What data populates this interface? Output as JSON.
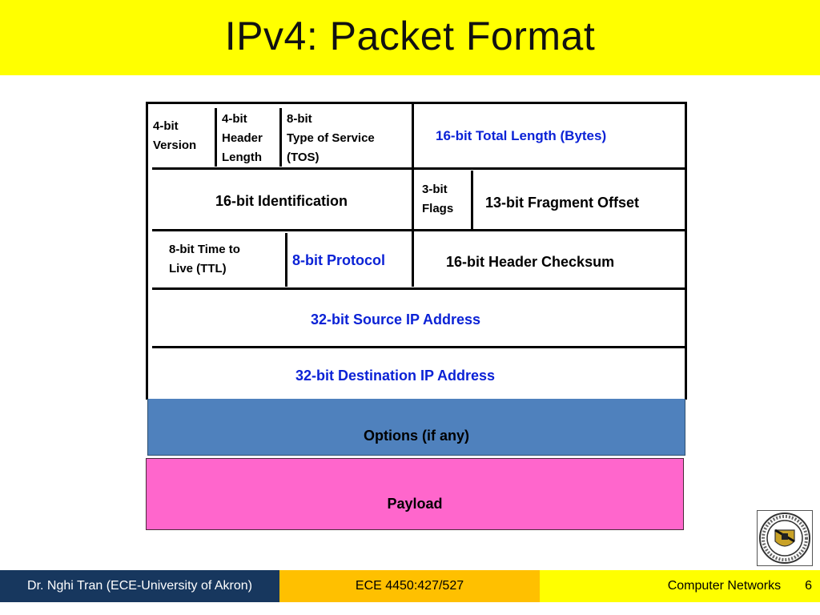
{
  "slide": {
    "title": "IPv4: Packet Format"
  },
  "header": {
    "row1": {
      "version": [
        "4-bit",
        "Version"
      ],
      "header_length": [
        "4-bit",
        "Header",
        "Length"
      ],
      "tos": [
        "8-bit",
        "Type of Service",
        "(TOS)"
      ],
      "total_length": "16-bit Total Length (Bytes)"
    },
    "row2": {
      "identification": "16-bit Identification",
      "flags": [
        "3-bit",
        "Flags"
      ],
      "fragment_offset": "13-bit Fragment Offset"
    },
    "row3": {
      "ttl": [
        "8-bit Time to",
        "Live (TTL)"
      ],
      "protocol": "8-bit Protocol",
      "checksum": "16-bit Header Checksum"
    },
    "source_ip": "32-bit Source IP Address",
    "destination_ip": "32-bit Destination IP Address"
  },
  "options": "Options (if any)",
  "payload": "Payload",
  "footer": {
    "author": "Dr. Nghi Tran (ECE-University of Akron)",
    "course_code": "ECE 4450:427/527",
    "course_name": "Computer Networks",
    "page_number": "6"
  },
  "colors": {
    "title_bg": "#ffff00",
    "blue_text": "#0b22d6",
    "options_bg": "#4f81bd",
    "payload_bg": "#ff66cc",
    "footer_left_bg": "#17375e",
    "footer_mid_bg": "#ffc000",
    "footer_right_bg": "#ffff00"
  }
}
